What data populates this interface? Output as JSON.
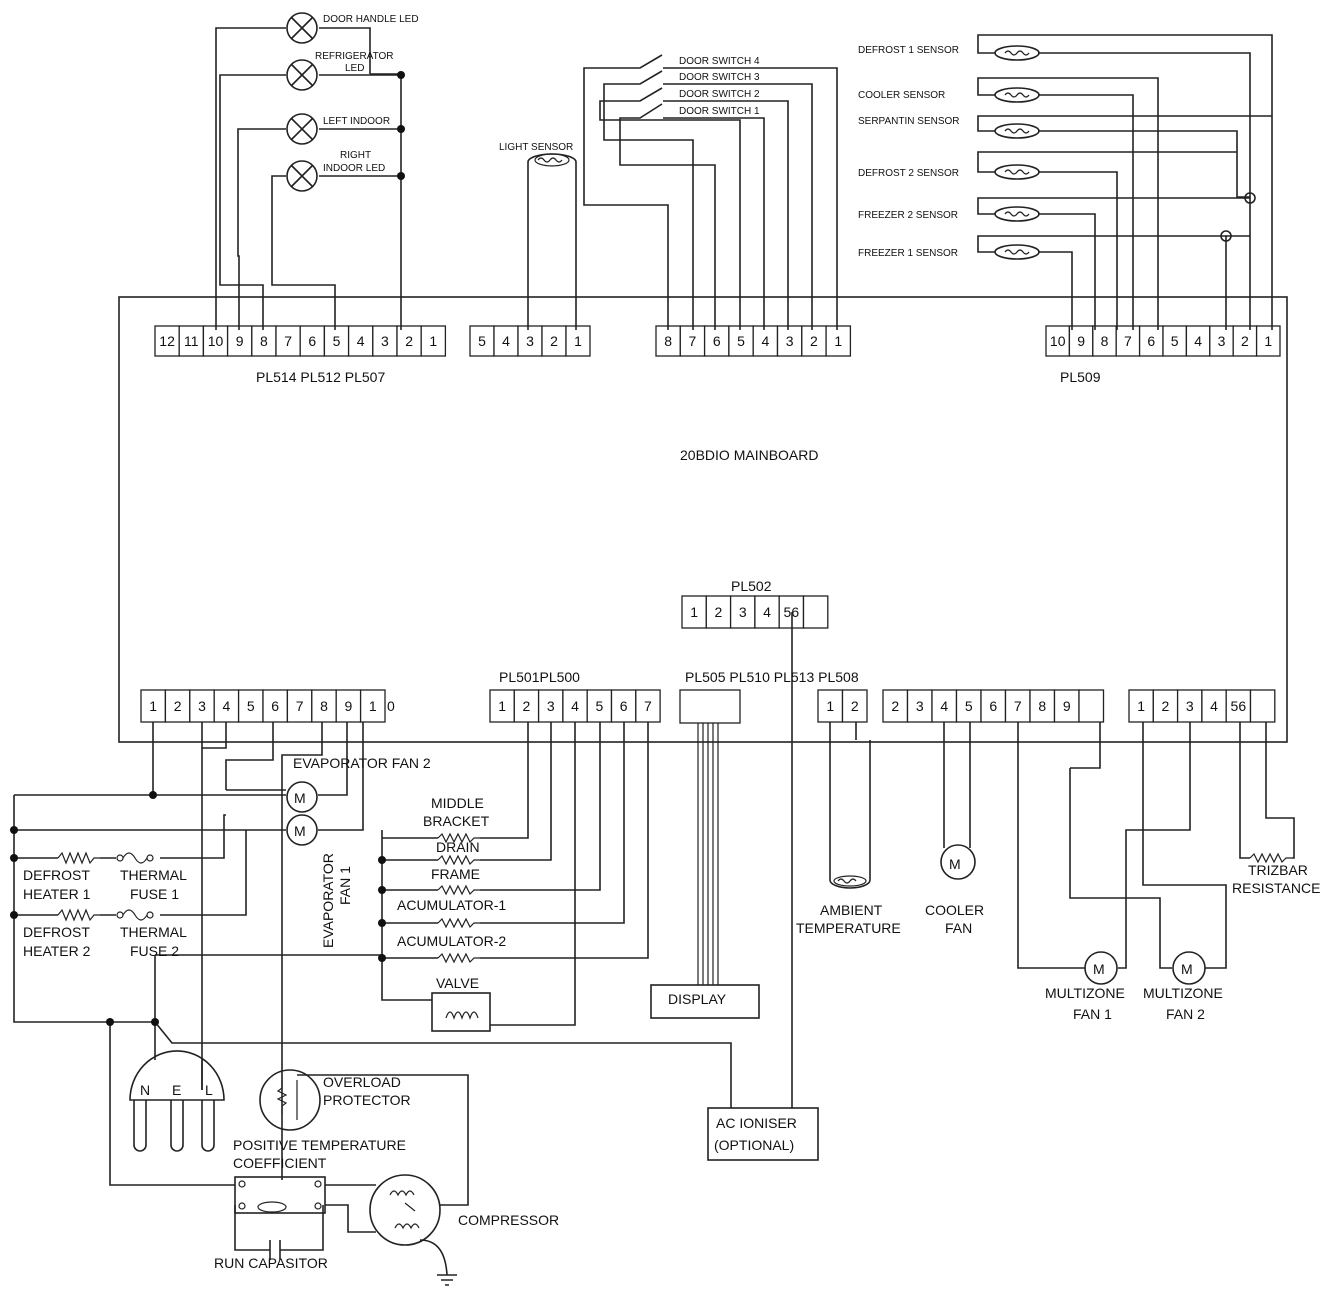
{
  "mainboard": {
    "label": "20BDIO MAINBOARD"
  },
  "connectors": {
    "top_left": {
      "label": "PL514 PL512 PL507",
      "pins": [
        "12",
        "11",
        "10",
        "9",
        "8",
        "7",
        "6",
        "5",
        "4",
        "3",
        "2",
        "1"
      ]
    },
    "top_mid": {
      "pins": [
        "5",
        "4",
        "3",
        "2",
        "1"
      ]
    },
    "top_door": {
      "pins": [
        "8",
        "7",
        "6",
        "5",
        "4",
        "3",
        "2",
        "1"
      ]
    },
    "top_right": {
      "label": "PL509",
      "pins": [
        "10",
        "9",
        "8",
        "7",
        "6",
        "5",
        "4",
        "3",
        "2",
        "1"
      ]
    },
    "pl502": {
      "label": "PL502",
      "pins": [
        "1",
        "2",
        "3",
        "4",
        "56",
        ""
      ]
    },
    "bottom_left": {
      "pins": [
        "1",
        "2",
        "3",
        "4",
        "5",
        "6",
        "7",
        "8",
        "9",
        "1"
      ],
      "trailing": "0"
    },
    "pl501": {
      "label": "PL501PL500",
      "pins": [
        "1",
        "2",
        "3",
        "4",
        "5",
        "6",
        "7"
      ]
    },
    "pl505": {
      "label": "PL505 PL510 PL513 PL508"
    },
    "pl_ambient": {
      "pins": [
        "1",
        "2"
      ]
    },
    "pl_cooler": {
      "pins": [
        "2",
        "3",
        "4",
        "5",
        "6",
        "7",
        "8",
        "9",
        ""
      ]
    },
    "pl_multi": {
      "pins": [
        "1",
        "2",
        "3",
        "4",
        "56",
        ""
      ]
    }
  },
  "lamps": {
    "door_handle": "DOOR HANDLE LED",
    "refrigerator_1": "REFRIGERATOR",
    "refrigerator_2": "LED",
    "left_indoor": "LEFT INDOOR",
    "right_indoor_1": "RIGHT",
    "right_indoor_2": "INDOOR LED"
  },
  "light_sensor": "LIGHT SENSOR",
  "door_switches": [
    "DOOR SWITCH 4",
    "DOOR SWITCH 3",
    "DOOR SWITCH 2",
    "DOOR SWITCH 1"
  ],
  "sensors": [
    "DEFROST 1 SENSOR",
    "COOLER SENSOR",
    "SERPANTIN SENSOR",
    "DEFROST 2 SENSOR",
    "FREEZER 2 SENSOR",
    "FREEZER 1 SENSOR"
  ],
  "components": {
    "evap_fan2": "EVAPORATOR FAN 2",
    "evap_fan1_1": "EVAPORATOR",
    "evap_fan1_2": "FAN 1",
    "defrost_heater1_1": "DEFROST",
    "defrost_heater1_2": "HEATER 1",
    "thermal_fuse1_1": "THERMAL",
    "thermal_fuse1_2": "FUSE 1",
    "defrost_heater2_1": "DEFROST",
    "defrost_heater2_2": "HEATER 2",
    "thermal_fuse2_1": "THERMAL",
    "thermal_fuse2_2": "FUSE 2",
    "middle_bracket_1": "MIDDLE",
    "middle_bracket_2": "BRACKET",
    "drain": "DRAIN",
    "frame": "FRAME",
    "acumulator1": "ACUMULATOR-1",
    "acumulator2": "ACUMULATOR-2",
    "valve": "VALVE",
    "display": "DISPLAY",
    "ambient_1": "AMBIENT",
    "ambient_2": "TEMPERATURE",
    "cooler_fan_1": "COOLER",
    "cooler_fan_2": "FAN",
    "trizbar_1": "TRIZBAR",
    "trizbar_2": "RESISTANCE",
    "multizone1_1": "MULTIZONE",
    "multizone1_2": "FAN 1",
    "multizone2_1": "MULTIZONE",
    "multizone2_2": "FAN 2",
    "overload_1": "OVERLOAD",
    "overload_2": "PROTECTOR",
    "ptc_1": "POSITIVE TEMPERATURE",
    "ptc_2": "COEFFICIENT",
    "compressor": "COMPRESSOR",
    "run_capacitor": "RUN CAPASITOR",
    "ac_ioniser_1": "AC IONISER",
    "ac_ioniser_2": "(OPTIONAL)",
    "plug_n": "N",
    "plug_e": "E",
    "plug_l": "L",
    "motor_symbol": "M"
  }
}
